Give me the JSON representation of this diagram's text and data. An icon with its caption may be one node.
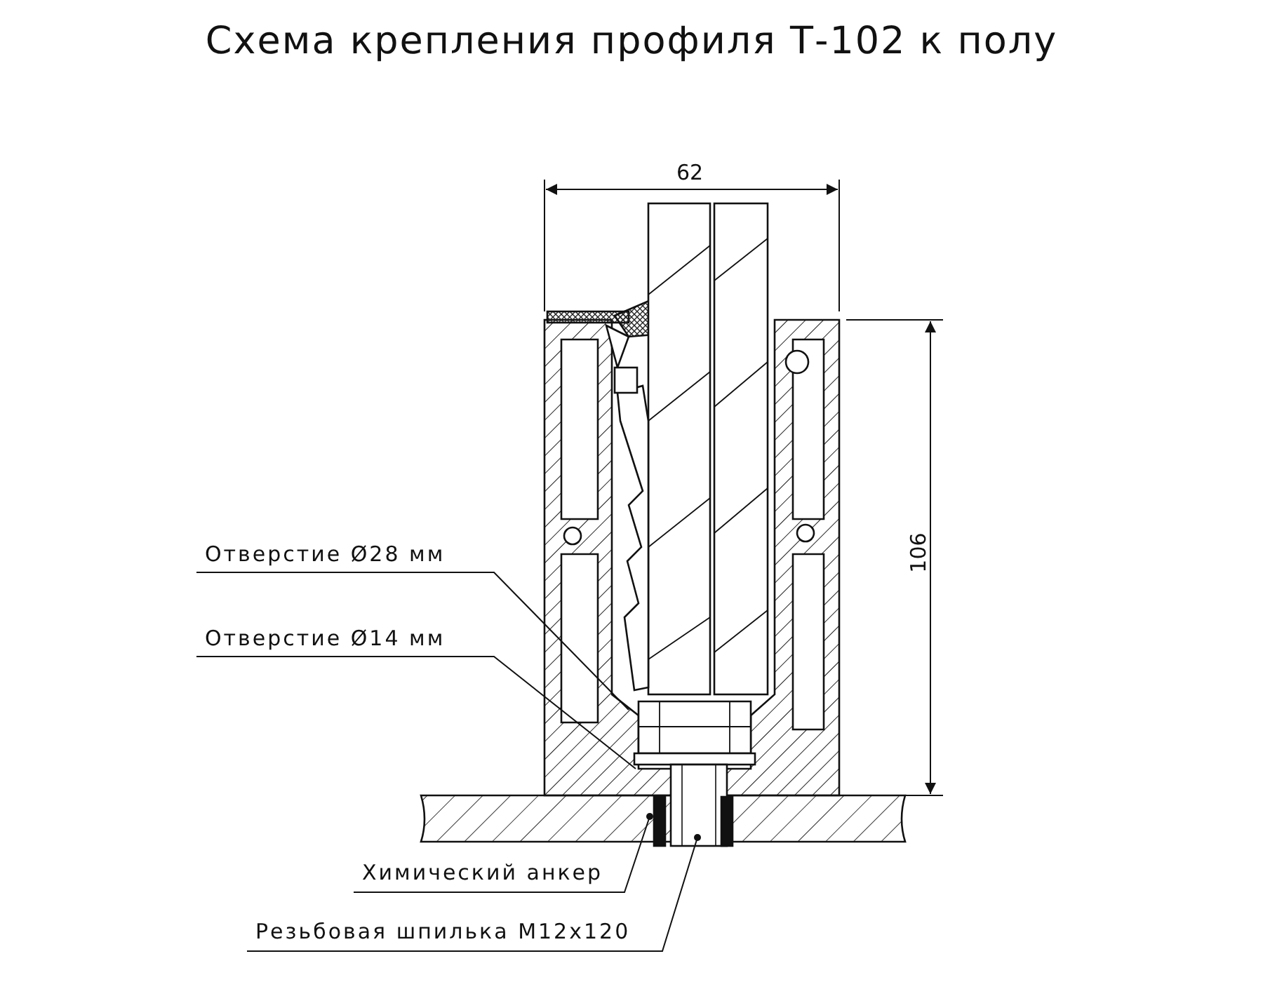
{
  "diagram": {
    "title": "Схема крепления профиля Т-102 к полу",
    "nodes": [
      {
        "text": [
          "Отверстие  Ø28 мм"
        ]
      },
      {
        "text": [
          "Отверстие  Ø14 мм"
        ]
      },
      {
        "text": [
          "Химический анкер"
        ]
      },
      {
        "text": [
          "Резьбовая шпилька М12х120"
        ]
      }
    ],
    "edges": [
      {
        "from": 0,
        "to": null,
        "arrow": "none"
      },
      {
        "from": 1,
        "to": null,
        "arrow": "none"
      },
      {
        "from": 2,
        "to": null,
        "arrow": "other"
      },
      {
        "from": 3,
        "to": null,
        "arrow": "other"
      }
    ],
    "labels": [
      "62",
      "106"
    ]
  }
}
